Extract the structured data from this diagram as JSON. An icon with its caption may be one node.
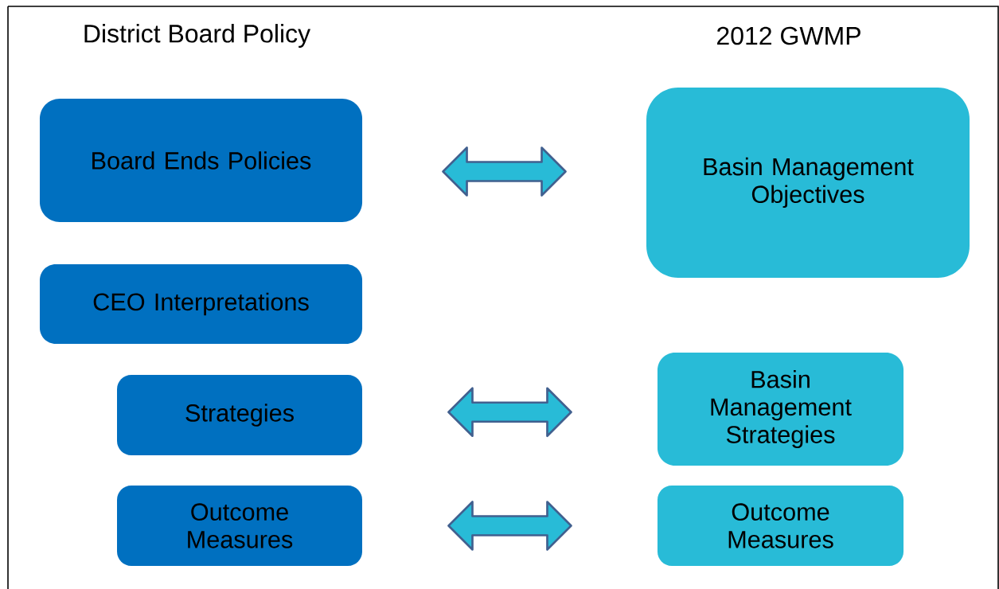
{
  "diagram": {
    "nodes": [
      {
        "text": [
          "Board Ends Policies"
        ]
      },
      {
        "text": [
          "CEO Interpretations"
        ]
      },
      {
        "text": [
          "Strategies"
        ]
      },
      {
        "text": [
          "Outcome Measures"
        ]
      },
      {
        "text": [
          "Basin Management Objectives"
        ]
      },
      {
        "text": [
          "Basin Management Strategies"
        ]
      },
      {
        "text": [
          "Outcome Measures"
        ]
      }
    ],
    "edges": [
      {
        "from": 0,
        "to": 4,
        "arrow": "both"
      },
      {
        "from": 2,
        "to": 5,
        "arrow": "both"
      },
      {
        "from": 3,
        "to": 6,
        "arrow": "both"
      }
    ],
    "labels": [
      "District Board Policy",
      "2012 GWMP"
    ]
  }
}
